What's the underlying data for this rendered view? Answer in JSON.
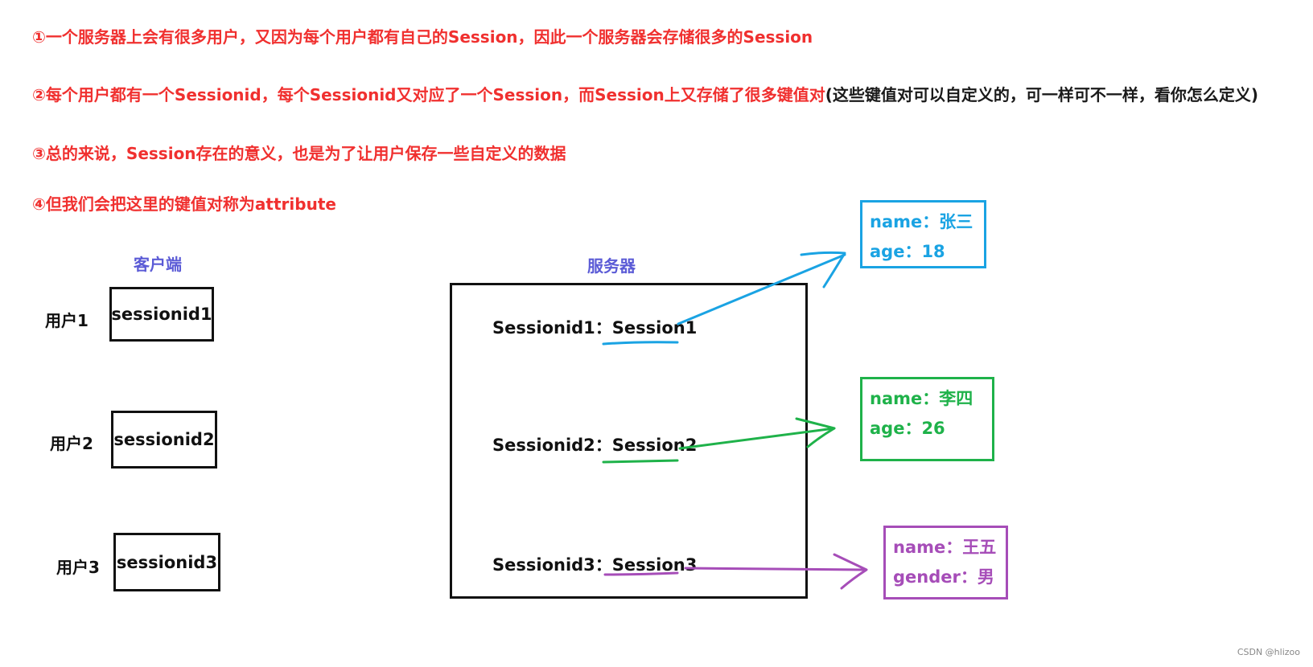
{
  "notes": [
    {
      "text": "①一个服务器上会有很多用户，又因为每个用户都有自己的Session，因此一个服务器会存储很多的Session",
      "suffix": ""
    },
    {
      "text": "②每个用户都有一个Sessionid，每个Sessionid又对应了一个Session，而Session上又存储了很多键值对",
      "suffix": "(这些键值对可以自定义的，可一样可不一样，看你怎么定义)"
    },
    {
      "text": "③总的来说，Session存在的意义，也是为了让用户保存一些自定义的数据",
      "suffix": ""
    },
    {
      "text": "④但我们会把这里的键值对称为attribute",
      "suffix": ""
    }
  ],
  "client": {
    "heading": "客户端",
    "users": [
      {
        "label": "用户1",
        "sessionid": "sessionid1"
      },
      {
        "label": "用户2",
        "sessionid": "sessionid2"
      },
      {
        "label": "用户3",
        "sessionid": "sessionid3"
      }
    ]
  },
  "server": {
    "heading": "服务器",
    "mappings": [
      {
        "key": "Sessionid1：",
        "value": "Session1"
      },
      {
        "key": "Sessionid2：",
        "value": "Session2"
      },
      {
        "key": "Sessionid3：",
        "value": "Session3"
      }
    ]
  },
  "attributes": [
    {
      "lines": [
        "name：张三",
        "age：18"
      ],
      "color": "#1aa3e3"
    },
    {
      "lines": [
        "name：李四",
        "age：26"
      ],
      "color": "#1fb24a"
    },
    {
      "lines": [
        "name：王五",
        "gender：男"
      ],
      "color": "#a64db8"
    }
  ],
  "watermark": "CSDN @hlizoo"
}
